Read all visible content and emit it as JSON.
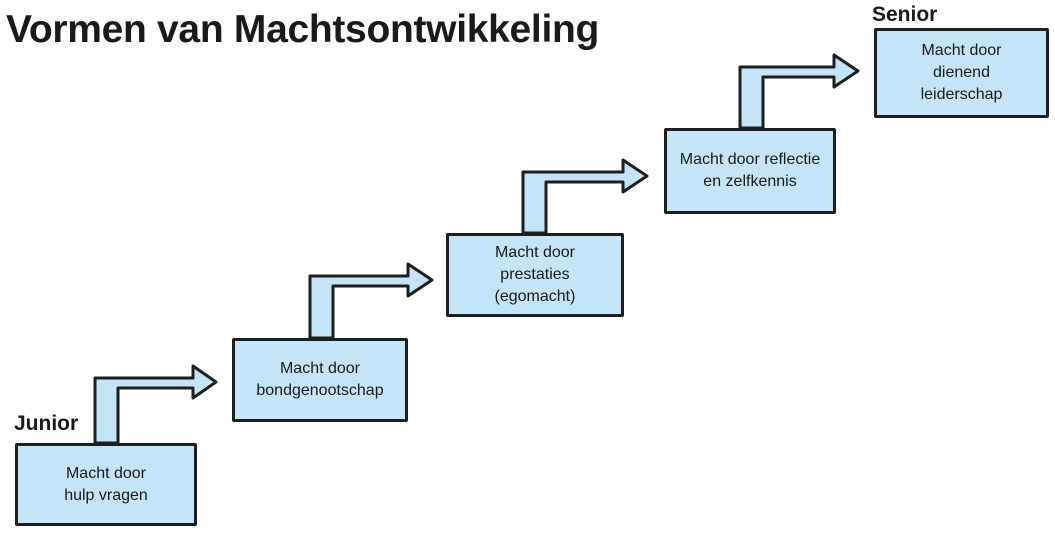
{
  "title": "Vormen van Machtsontwikkeling",
  "levels": {
    "start": "Junior",
    "end": "Senior"
  },
  "steps": [
    {
      "label": "Macht door\nhulp vragen"
    },
    {
      "label": "Macht door\nbondgenootschap"
    },
    {
      "label": "Macht door\nprestaties\n(egomacht)"
    },
    {
      "label": "Macht door reflectie\nen zelfkennis"
    },
    {
      "label": "Macht door\ndienend\nleiderschap"
    }
  ],
  "colors": {
    "box_fill": "#c4e4f7",
    "outline": "#1e1e1e",
    "text": "#1a1a1a"
  }
}
